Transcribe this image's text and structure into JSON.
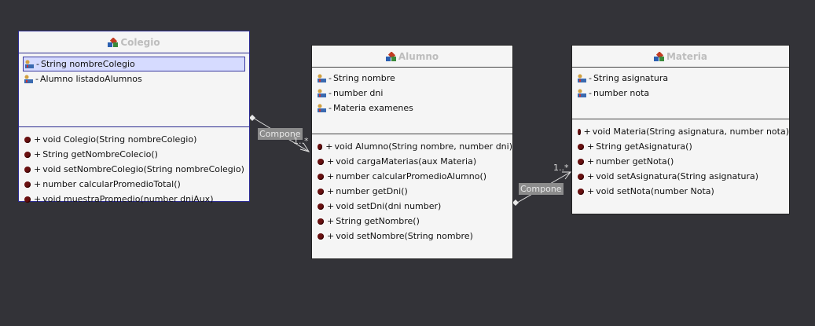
{
  "classes": {
    "colegio": {
      "name": "Colegio",
      "attributes": [
        {
          "vis": "-",
          "text": "String nombreColegio"
        },
        {
          "vis": "-",
          "text": "Alumno listadoAlumnos"
        }
      ],
      "operations": [
        {
          "vis": "+",
          "text": "void Colegio(String nombreColegio)"
        },
        {
          "vis": "+",
          "text": "String getNombreColecio()"
        },
        {
          "vis": "+",
          "text": "void setNombreColegio(String nombreColegio)"
        },
        {
          "vis": "+",
          "text": "number calcularPromedioTotal()"
        },
        {
          "vis": "+",
          "text": "void muestraPromedio(number dniAux)"
        }
      ]
    },
    "alumno": {
      "name": "Alumno",
      "attributes": [
        {
          "vis": "-",
          "text": "String nombre"
        },
        {
          "vis": "-",
          "text": "number dni"
        },
        {
          "vis": "-",
          "text": "Materia examenes"
        }
      ],
      "operations": [
        {
          "vis": "+",
          "text": "void Alumno(String nombre, number dni)"
        },
        {
          "vis": "+",
          "text": "void cargaMaterias(aux Materia)"
        },
        {
          "vis": "+",
          "text": "number calcularPromedioAlumno()"
        },
        {
          "vis": "+",
          "text": "number getDni()"
        },
        {
          "vis": "+",
          "text": "void setDni(dni number)"
        },
        {
          "vis": "+",
          "text": "String getNombre()"
        },
        {
          "vis": "+",
          "text": "void setNombre(String nombre)"
        }
      ]
    },
    "materia": {
      "name": "Materia",
      "attributes": [
        {
          "vis": "-",
          "text": "String asignatura"
        },
        {
          "vis": "-",
          "text": "number nota"
        }
      ],
      "operations": [
        {
          "vis": "+",
          "text": "void Materia(String asignatura, number nota)"
        },
        {
          "vis": "+",
          "text": "String getAsignatura()"
        },
        {
          "vis": "+",
          "text": "number getNota()"
        },
        {
          "vis": "+",
          "text": "void setAsignatura(String asignatura)"
        },
        {
          "vis": "+",
          "text": "void setNota(number Nota)"
        }
      ]
    }
  },
  "associations": {
    "colegio_alumno": {
      "label": "Compone",
      "multiplicity": "1..*"
    },
    "alumno_materia": {
      "label": "Compone",
      "multiplicity": "1..*"
    }
  }
}
